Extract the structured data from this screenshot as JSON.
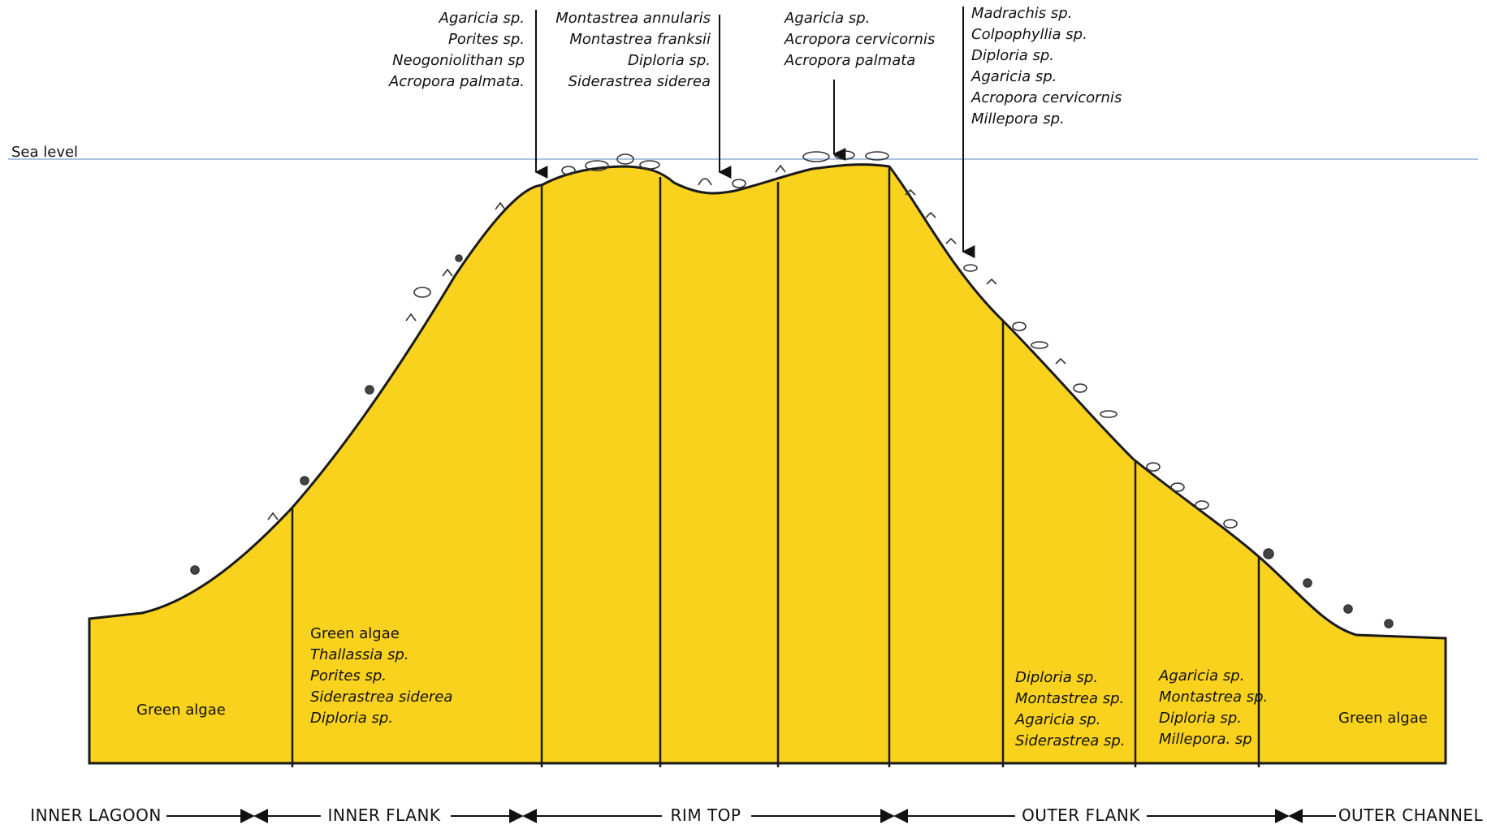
{
  "sea_level_label": "Sea level",
  "top_callouts": [
    {
      "lines": [
        "Agaricia sp.",
        "Porites sp.",
        "Neogoniolithan sp",
        "Acropora palmata."
      ]
    },
    {
      "lines": [
        "Montastrea annularis",
        "Montastrea franksii",
        "Diploria sp.",
        "Siderastrea siderea"
      ]
    },
    {
      "lines": [
        "Agaricia sp.",
        "Acropora cervicornis",
        "Acropora palmata"
      ]
    },
    {
      "lines": [
        "Madrachis sp.",
        "Colpophyllia sp.",
        "Diploria sp.",
        "Agaricia sp.",
        "Acropora cervicornis",
        "Millepora sp."
      ]
    }
  ],
  "inner_lagoon_text": "Green algae",
  "inner_flank_text": {
    "first": "Green algae",
    "italic": [
      "Thallassia sp.",
      "Porites sp.",
      "Siderastrea siderea",
      "Diploria sp."
    ]
  },
  "outer_flank_text_a": [
    "Diploria sp.",
    "Montastrea sp.",
    "Agaricia sp.",
    "Siderastrea sp."
  ],
  "outer_flank_text_b": [
    "Agaricia sp.",
    "Montastrea sp.",
    "Diploria sp.",
    "Millepora. sp"
  ],
  "outer_channel_text": "Green algae",
  "zones": [
    "INNER LAGOON",
    "INNER FLANK",
    "RIM TOP",
    "OUTER FLANK",
    "OUTER CHANNEL"
  ],
  "colors": {
    "reef_fill": "#F9D21E",
    "outline": "#1a1a1a",
    "sea_line": "#8FAFD6"
  }
}
